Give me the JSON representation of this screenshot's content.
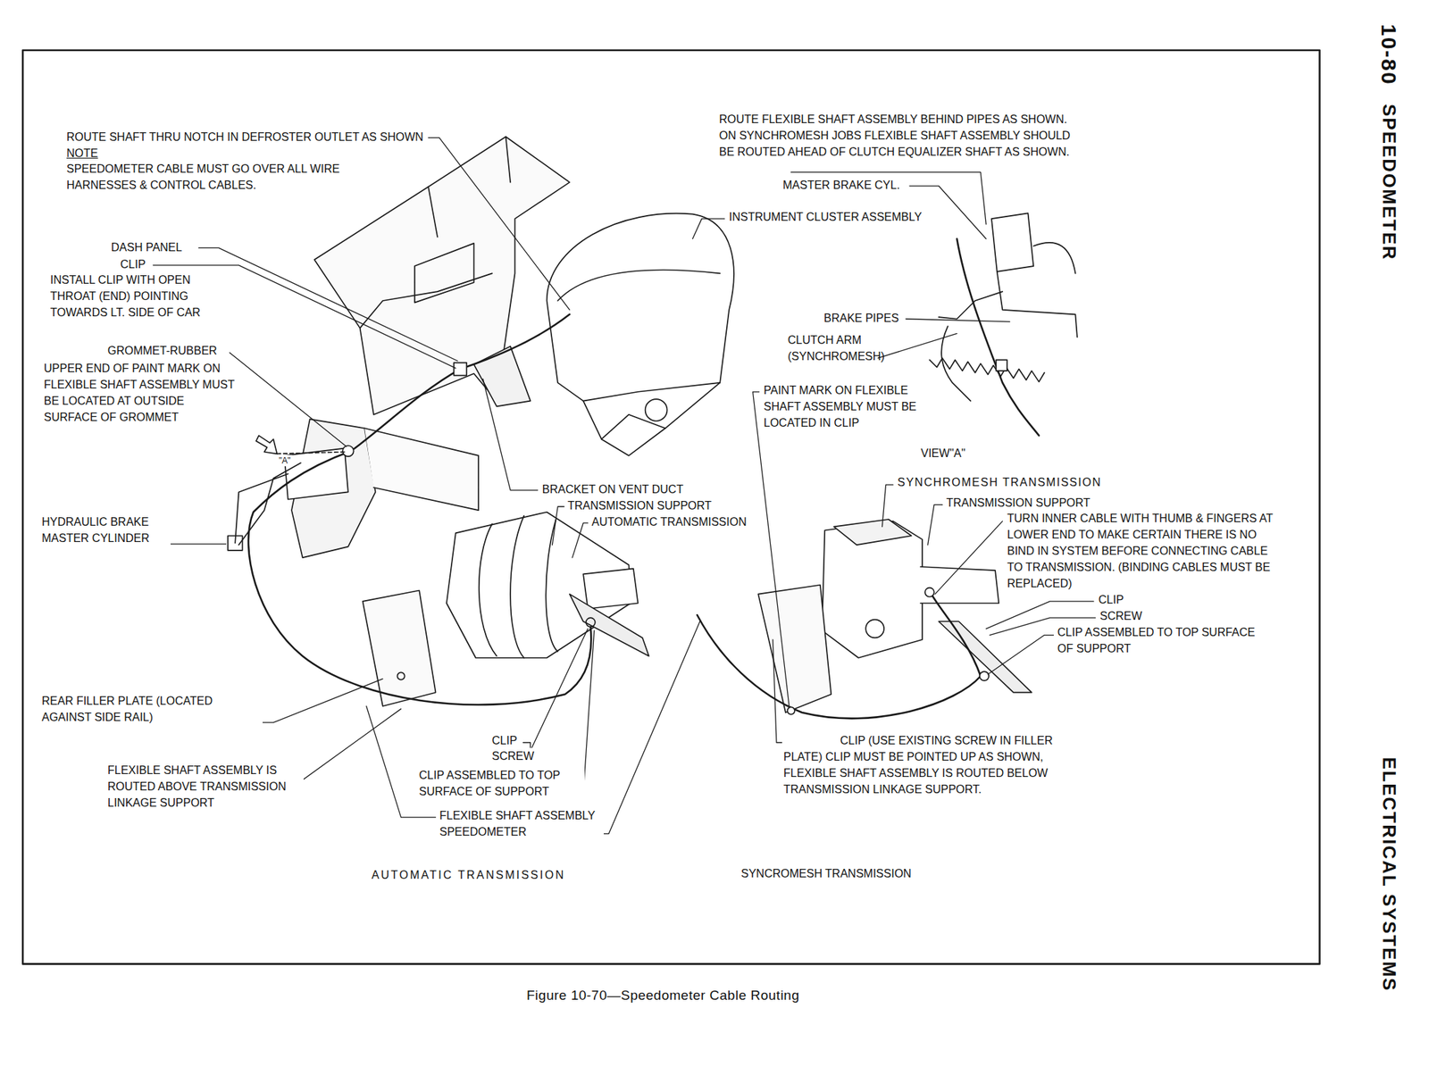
{
  "diagram": {
    "caption": "Figure 10-70—Speedometer Cable Routing",
    "labels": [
      "ROUTE SHAFT THRU NOTCH IN DEFROSTER OUTLET AS SHOWN",
      "NOTE",
      "SPEEDOMETER CABLE MUST GO OVER ALL WIRE HARNESSES & CONTROL CABLES.",
      "DASH PANEL",
      "CLIP",
      "INSTALL CLIP WITH OPEN THROAT (END) POINTING TOWARDS LT. SIDE OF CAR",
      "GROMMET-RUBBER",
      "UPPER END OF PAINT MARK ON FLEXIBLE SHAFT ASSEMBLY MUST BE LOCATED AT OUTSIDE SURFACE OF GROMMET",
      "\"A\"",
      "HYDRAULIC BRAKE MASTER CYLINDER",
      "REAR FILLER PLATE (LOCATED AGAINST SIDE RAIL)",
      "FLEXIBLE SHAFT ASSEMBLY IS ROUTED ABOVE TRANSMISSION LINKAGE SUPPORT",
      "CLIP",
      "SCREW",
      "CLIP ASSEMBLED TO TOP SURFACE OF SUPPORT",
      "FLEXIBLE SHAFT ASSEMBLY SPEEDOMETER",
      "AUTOMATIC TRANSMISSION",
      "BRACKET ON VENT DUCT",
      "TRANSMISSION SUPPORT",
      "AUTOMATIC TRANSMISSION",
      "ROUTE FLEXIBLE SHAFT ASSEMBLY BEHIND PIPES AS SHOWN. ON SYNCHROMESH JOBS FLEXIBLE SHAFT ASSEMBLY SHOULD BE ROUTED AHEAD OF CLUTCH EQUALIZER SHAFT AS SHOWN.",
      "MASTER BRAKE CYL.",
      "INSTRUMENT CLUSTER ASSEMBLY",
      "BRAKE PIPES",
      "CLUTCH ARM (SYNCHROMESH)",
      "PAINT MARK ON FLEXIBLE SHAFT ASSEMBLY MUST BE LOCATED IN CLIP",
      "VIEW\"A\"",
      "SYNCHROMESH TRANSMISSION",
      "TRANSMISSION SUPPORT",
      "TURN INNER CABLE WITH THUMB & FINGERS AT LOWER END TO MAKE CERTAIN THERE IS NO BIND IN SYSTEM BEFORE CONNECTING CABLE TO TRANSMISSION. (BINDING CABLES MUST BE REPLACED)",
      "CLIP",
      "SCREW",
      "CLIP ASSEMBLED TO TOP SURFACE OF SUPPORT",
      "CLIP (USE EXISTING SCREW IN FILLER PLATE) CLIP MUST BE POINTED UP AS SHOWN, FLEXIBLE SHAFT ASSEMBLY IS ROUTED BELOW TRANSMISSION LINKAGE SUPPORT.",
      "SYNCROMESH TRANSMISSION",
      "10-80",
      "SPEEDOMETER",
      "ELECTRICAL SYSTEMS"
    ]
  }
}
